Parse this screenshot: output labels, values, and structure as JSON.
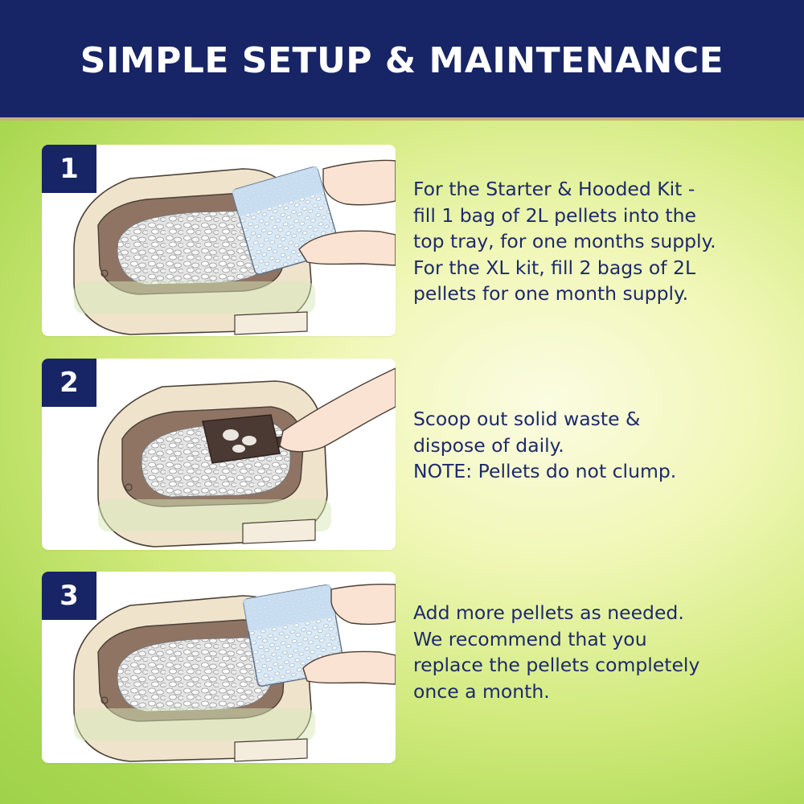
{
  "header": {
    "title": "SIMPLE SETUP & MAINTENANCE"
  },
  "colors": {
    "navy": "#172465",
    "text": "#1d2a6b",
    "green": "#9fd24a",
    "tray": "#efe3cc",
    "litter_bed": "#8f7464"
  },
  "steps": [
    {
      "number": "1",
      "text": "For the Starter & Hooded Kit -\nfill 1 bag of 2L pellets into the\ntop tray, for one months supply.\nFor the XL kit, fill 2 bags of 2L\npellets for one month supply."
    },
    {
      "number": "2",
      "text": "Scoop out solid waste &\ndispose of daily.\nNOTE: Pellets do not clump."
    },
    {
      "number": "3",
      "text": "Add more pellets as needed.\nWe recommend that you\nreplace the pellets completely\nonce a month."
    }
  ]
}
